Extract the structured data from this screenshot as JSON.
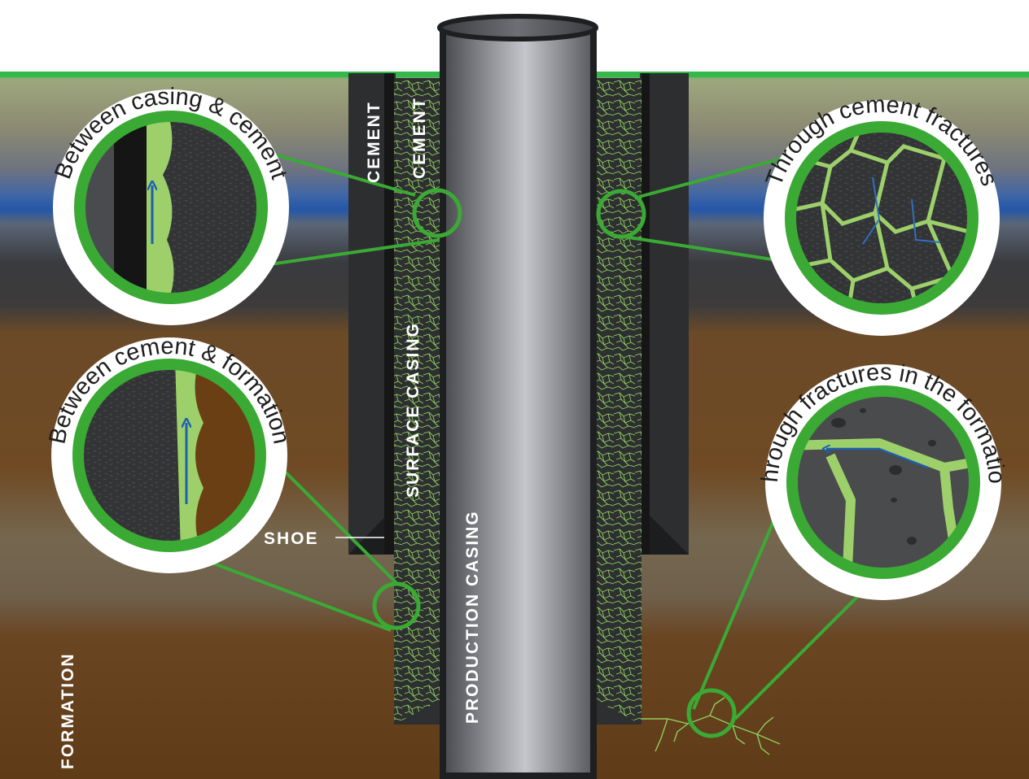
{
  "labels": {
    "cement_outer": "CEMENT",
    "cement_inner": "CEMENT",
    "surface_casing": "SURFACE CASING",
    "production_casing": "PRODUCTION CASING",
    "shoe": "SHOE",
    "formation": "FORMATION"
  },
  "callouts": [
    {
      "id": "between-casing-cement",
      "title": "Between casing & cement"
    },
    {
      "id": "through-cement-fractures",
      "title": "Through cement fractures"
    },
    {
      "id": "between-cement-formation",
      "title": "Between cement & formation"
    },
    {
      "id": "through-formation-fractures",
      "title": "Through fractures in the formation"
    }
  ],
  "colors": {
    "accent_green": "#3aaa35",
    "leak_green": "#9dd06a",
    "arrow_blue": "#1f5fb0",
    "aquifer_blue": "#2a5fa8",
    "cement_dark": "#2f2f31",
    "brown_formation": "#6b4420"
  }
}
